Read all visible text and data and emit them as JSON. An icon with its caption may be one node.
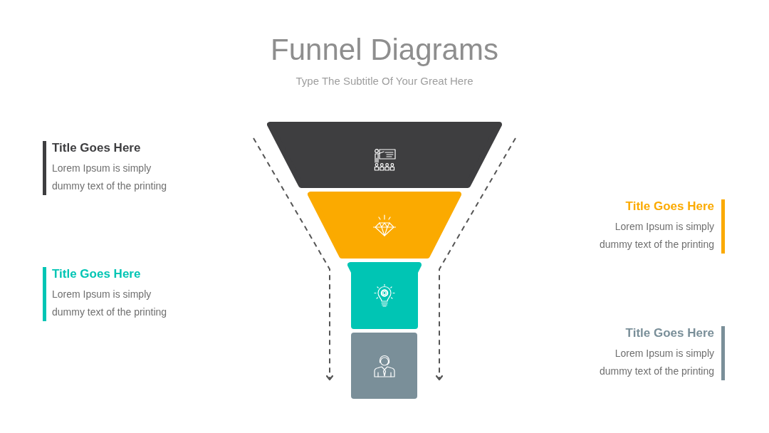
{
  "diagram": {
    "title": "Funnel Diagrams",
    "nodes": [
      {
        "text": [],
        "shape": "trapezoid"
      },
      {
        "text": [],
        "shape": "trapezoid"
      },
      {
        "text": [],
        "shape": "box"
      },
      {
        "text": [],
        "shape": "box"
      },
      {
        "text": [
          "Title Goes Here",
          "Lorem Ipsum is simply dummy text of the printing"
        ]
      },
      {
        "text": [
          "Title Goes Here",
          "Lorem Ipsum is simply dummy text of the printing"
        ]
      },
      {
        "text": [
          "Title Goes Here",
          "Lorem Ipsum is simply dummy text of the printing"
        ]
      },
      {
        "text": [
          "Title Goes Here",
          "Lorem Ipsum is simply dummy text of the printing"
        ]
      }
    ],
    "labels": [
      "Type The Subtitle Of Your Great Here"
    ]
  }
}
